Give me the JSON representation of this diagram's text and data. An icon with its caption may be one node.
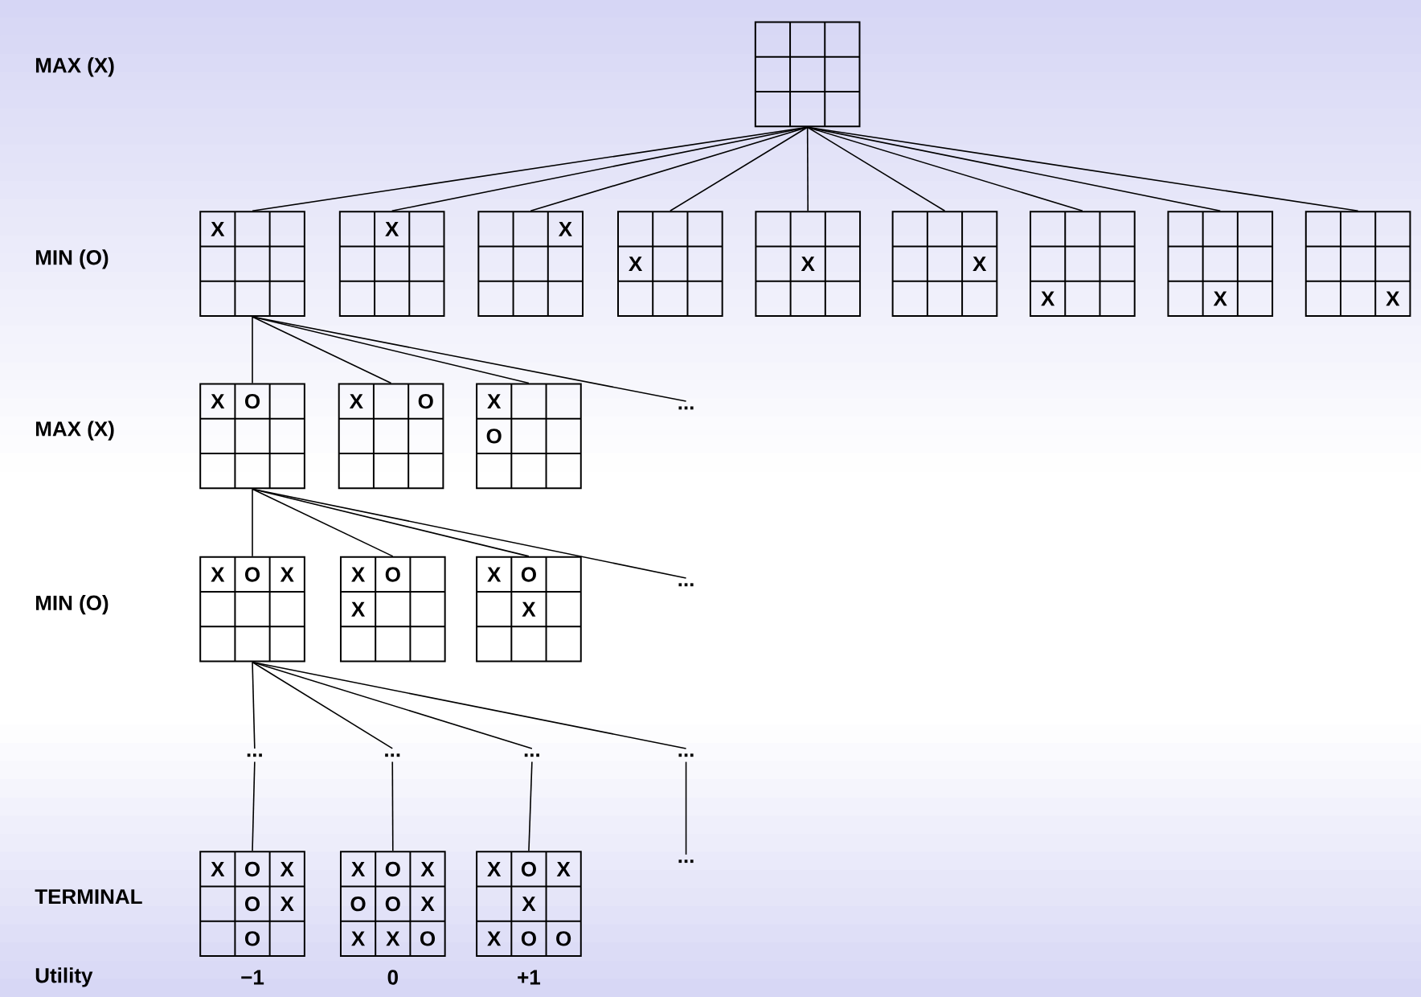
{
  "diagram": {
    "nodes": [
      {
        "text": [],
        "shape": "box"
      },
      {
        "text": [
          "X"
        ]
      },
      {
        "text": [
          "X"
        ]
      },
      {
        "text": [
          "X"
        ]
      },
      {
        "text": [
          "X"
        ]
      },
      {
        "text": [
          "X"
        ]
      },
      {
        "text": [
          "X"
        ]
      },
      {
        "text": [
          "X"
        ]
      },
      {
        "text": [
          "X"
        ]
      },
      {
        "text": [
          "X"
        ]
      },
      {
        "text": [
          "X",
          "O"
        ]
      },
      {
        "text": [
          "X",
          "O"
        ]
      },
      {
        "text": [
          "X",
          "O"
        ]
      },
      {
        "text": [
          "..."
        ]
      },
      {
        "text": [
          "X",
          "O",
          "X"
        ]
      },
      {
        "text": [
          "X",
          "O",
          "X"
        ]
      },
      {
        "text": [
          "X",
          "O",
          "X"
        ]
      },
      {
        "text": [
          "..."
        ]
      },
      {
        "text": [
          "..."
        ]
      },
      {
        "text": [
          "..."
        ]
      },
      {
        "text": [
          "..."
        ]
      },
      {
        "text": [
          "..."
        ]
      },
      {
        "text": [
          "X",
          "O",
          "X",
          "O",
          "X",
          "O"
        ],
        "beside": [
          "−1"
        ]
      },
      {
        "text": [
          "X",
          "O",
          "X",
          "O",
          "O",
          "X",
          "X",
          "X",
          "O"
        ],
        "beside": [
          "0"
        ]
      },
      {
        "text": [
          "X",
          "O",
          "X",
          "X",
          "X",
          "O",
          "O"
        ],
        "beside": [
          "+1"
        ]
      },
      {
        "text": [
          "..."
        ]
      }
    ],
    "edges": [
      {
        "from": 0,
        "to": 1,
        "arrow": "none"
      },
      {
        "from": 0,
        "to": 2,
        "arrow": "none"
      },
      {
        "from": 0,
        "to": 3,
        "arrow": "none"
      },
      {
        "from": 0,
        "to": 4,
        "arrow": "none"
      },
      {
        "from": 0,
        "to": 5,
        "arrow": "none"
      },
      {
        "from": 0,
        "to": 6,
        "arrow": "none"
      },
      {
        "from": 0,
        "to": 7,
        "arrow": "none"
      },
      {
        "from": 0,
        "to": 8,
        "arrow": "none"
      },
      {
        "from": 0,
        "to": 9,
        "arrow": "none"
      },
      {
        "from": 1,
        "to": 10,
        "arrow": "none"
      },
      {
        "from": 1,
        "to": 11,
        "arrow": "none"
      },
      {
        "from": 1,
        "to": 12,
        "arrow": "none"
      },
      {
        "from": 1,
        "to": 13,
        "arrow": "none"
      },
      {
        "from": 10,
        "to": 14,
        "arrow": "none"
      },
      {
        "from": 10,
        "to": 15,
        "arrow": "none"
      },
      {
        "from": 10,
        "to": 16,
        "arrow": "none"
      },
      {
        "from": 10,
        "to": 17,
        "arrow": "none"
      },
      {
        "from": 14,
        "to": 18,
        "arrow": "none"
      },
      {
        "from": 14,
        "to": 19,
        "arrow": "none"
      },
      {
        "from": 14,
        "to": 20,
        "arrow": "none"
      },
      {
        "from": 14,
        "to": 21,
        "arrow": "none"
      },
      {
        "from": 18,
        "to": 22,
        "arrow": "none"
      },
      {
        "from": 19,
        "to": 23,
        "arrow": "none"
      },
      {
        "from": 20,
        "to": 24,
        "arrow": "none"
      },
      {
        "from": 21,
        "to": 25,
        "arrow": "none"
      }
    ],
    "labels": [
      "MAX (X)",
      "MIN (O)",
      "MAX (X)",
      "MIN (O)",
      "TERMINAL",
      "Utility"
    ]
  }
}
